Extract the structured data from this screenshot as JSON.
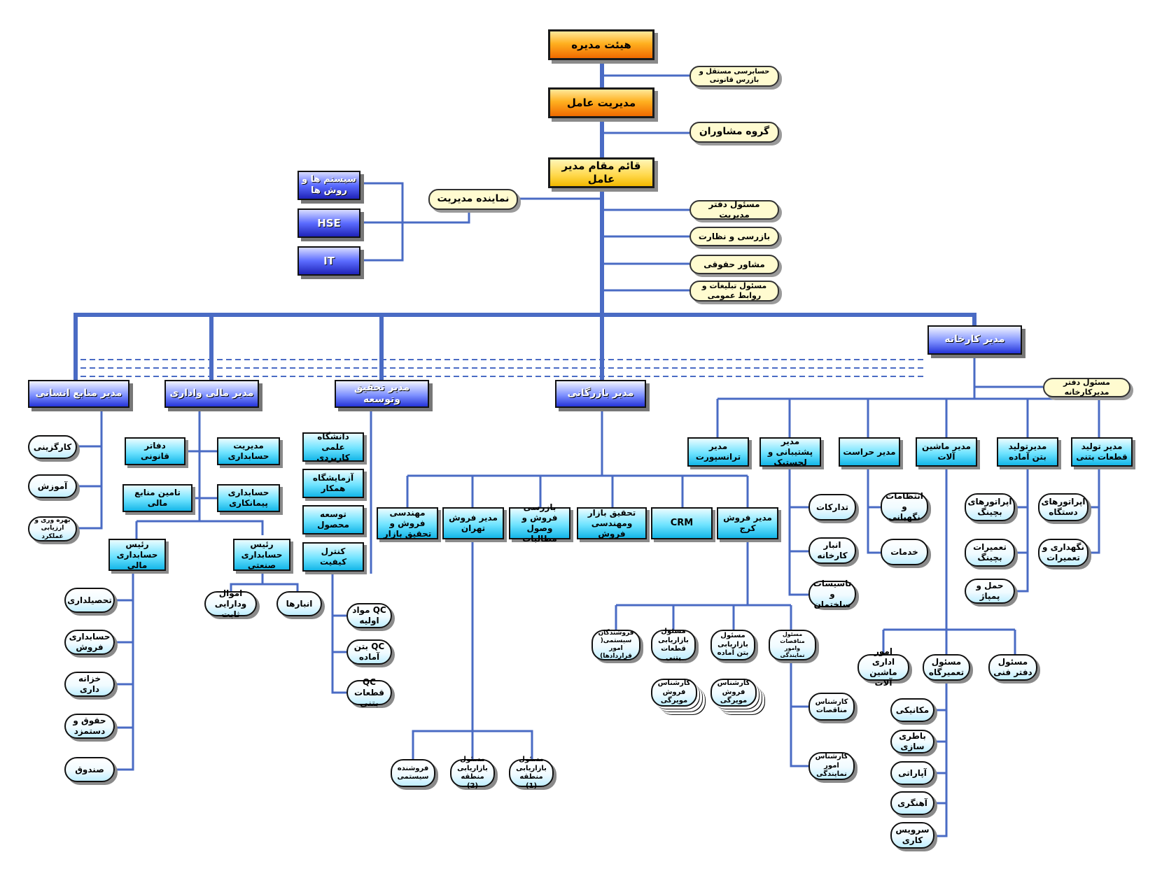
{
  "top": {
    "board": "هیئت مدیره",
    "ceo": "مدیریت عامل",
    "deputy": "قائم مقام مدیر عامل"
  },
  "staff": {
    "auditor": "حسابرسی مستقل و بازرس قانونی",
    "advisors": "گروه مشاوران",
    "office_head": "مسئول دفتر مدیریت",
    "inspection": "بازرسی و نظارت",
    "legal_advisor": "مشاور حقوقی",
    "pr": "مسئول تبلیغات و روابط عمومی",
    "mgmt_rep": "نماینده مدیریت"
  },
  "mgmt_rep_units": {
    "systems": "سیستم ها و روش ها",
    "hse": "HSE",
    "it": "IT"
  },
  "hr": {
    "title": "مدیر منابع انسانی",
    "items": [
      "کارگزینی",
      "آموزش",
      "بهره وری و ارزیابی عملکرد"
    ]
  },
  "finance": {
    "title": "مدیر مالی واداری",
    "legal_office": "دفاتر قانونی",
    "accounting_mgmt": "مدیریت حسابداری",
    "funding": "تامین منابع مالی",
    "contract_acc": "حسابداری پیمانکاری",
    "fin_acc_head": "رئیس حسابداری مالی",
    "ind_acc_head": "رئیس حسابداری صنعتی",
    "fin_items": [
      "تحصیلداری",
      "حسابداری فروش",
      "خزانه داری",
      "حقوق و دستمزد",
      "صندوق"
    ],
    "ind_items": [
      "اموال ودارایی ثابت",
      "انبارها"
    ]
  },
  "rnd": {
    "title": "مدیر تحقیق وتوسعه",
    "items": [
      "دانشگاه علمی کاربردی",
      "آزمایشگاه همکار",
      "توسعه محصول",
      "کنترل کیفیت"
    ],
    "qc": [
      "QC مواد اولیه",
      "QC بتن آماده",
      "QC قطعات بتنی"
    ]
  },
  "commerce": {
    "title": "مدیر بازرگانی",
    "units": [
      "مهندسی فروش و تحقیق بازار",
      "مدیر فروش تهران",
      "بازرسی فروش و وصول مطالبات",
      "تحقیق بازار ومهندسی فروش",
      "CRM",
      "مدیر فروش کرج"
    ],
    "tehran_items": [
      "فروشنده سیستمی",
      "مسئول بازاریابی منطقه (2)",
      "مسئول بازاریابی منطقه (1)"
    ],
    "karaj_items": [
      "فروشندگان سیستمی( امور قراردادها)",
      "مسئول بازاریابی قطعات بتنی",
      "مسئول بازاریابی بتن آماده",
      "مسئول مناقصات وامور نمایندگی"
    ],
    "expert_sales_1": "کارشناس فروش مویرگی",
    "expert_sales_2": "کارشناس فروش مویرگی",
    "tenders_expert": "کارشناس مناقصات",
    "agency_expert": "کارشناس امور نمایندگی"
  },
  "factory": {
    "title": "مدیر کارخانه",
    "office_head": "مسئول دفتر مدیرکارخانه",
    "units": [
      "مدیر ترانسپورت",
      "مدیر پشتیبانی و لجستیک",
      "مدیر حراست",
      "مدیر ماشین آلات",
      "مدیرتولید بتن آماده",
      "مدیر تولید قطعات بتنی"
    ],
    "logistics_items": [
      "تدارکات",
      "انبار کارخانه",
      "تاسیسات و ساختمان"
    ],
    "security_items": [
      "انتظامات و نگهبانی",
      "خدمات"
    ],
    "machinery_subs": [
      "امور اداری ماشین آلات",
      "مسئول تعمیرگاه",
      "مسئول دفتر فنی"
    ],
    "workshop_items": [
      "مکانیکی",
      "باطری سازی",
      "آپاراتی",
      "آهنگری",
      "سرویس کاری"
    ],
    "concrete_items": [
      "اپراتورهای بچینگ",
      "تعمیرات بچینگ",
      "حمل و پمپاژ"
    ],
    "precast_items": [
      "اپراتورهای دستگاه",
      "نگهداری و تعمیرات"
    ]
  }
}
